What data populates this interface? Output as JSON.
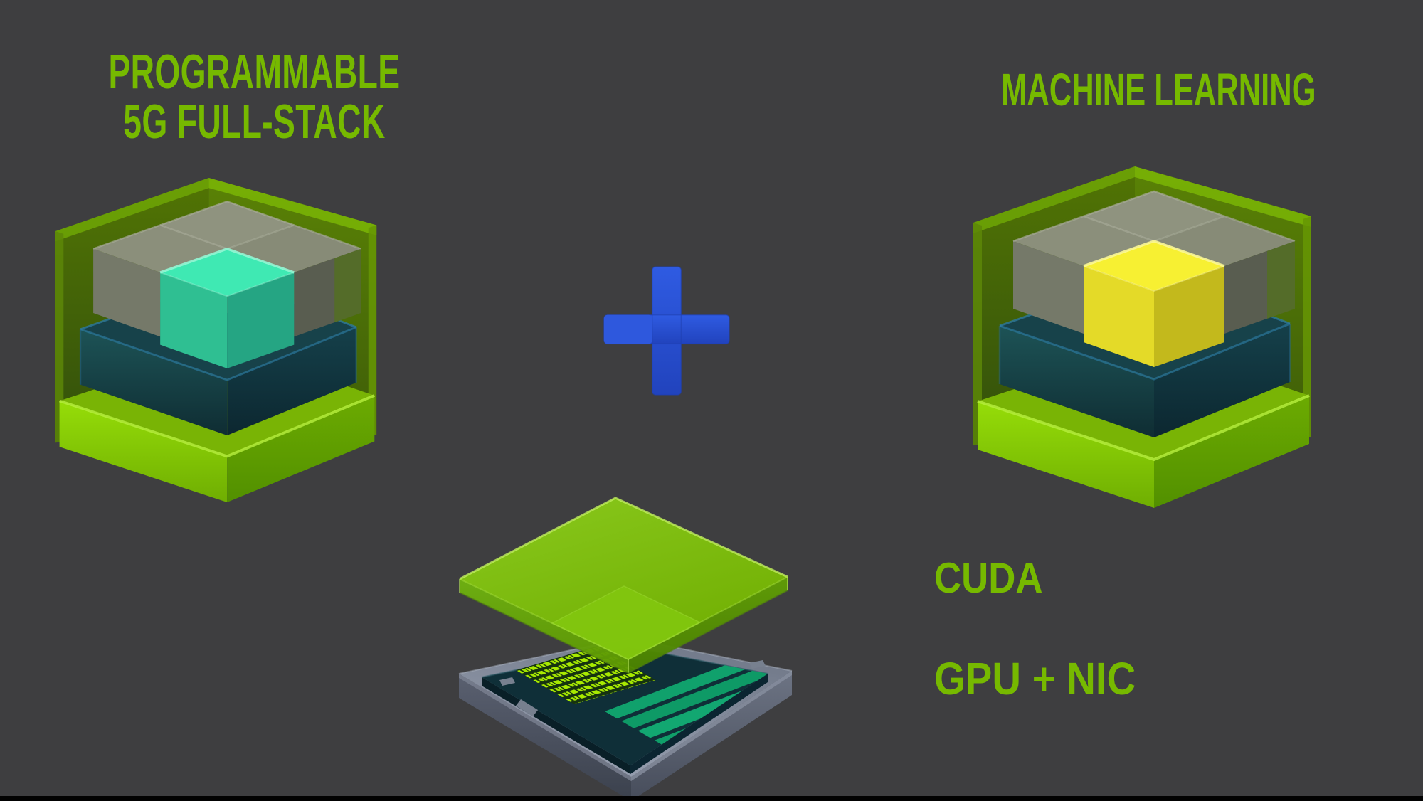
{
  "slide": {
    "background_color": "#3e3e40",
    "footer_bar_color": "#020202",
    "accent_green": "#76b900",
    "left_block": {
      "title_line1": "PROGRAMMABLE",
      "title_line2": "5G FULL-STACK",
      "icon": "sdk-stack-cube-teal"
    },
    "right_block": {
      "title": "MACHINE LEARNING",
      "icon": "sdk-stack-cube-yellow"
    },
    "operator": {
      "glyph": "+",
      "meaning": "plus",
      "color": "#2b55d9"
    },
    "hardware_block": {
      "icon": "gpu-chip-stack",
      "label_top": "CUDA",
      "label_bottom": "GPU + NIC"
    },
    "icon_colors": {
      "teal_cube_top": "#3fe9b3",
      "yellow_cube_top": "#f7f032",
      "gray_cube": "#8b8f7b",
      "dark_slab": "#17424a",
      "lime_base": "#8ed903",
      "container_wall_green": "#527602",
      "cuda_slab_green": "#7ab800",
      "chip_pads_lime": "#a8ea00",
      "chip_bars_teal": "#10a16c",
      "chip_substrate_gray": "#77808f",
      "plus_blue": "#2b55d9"
    }
  }
}
